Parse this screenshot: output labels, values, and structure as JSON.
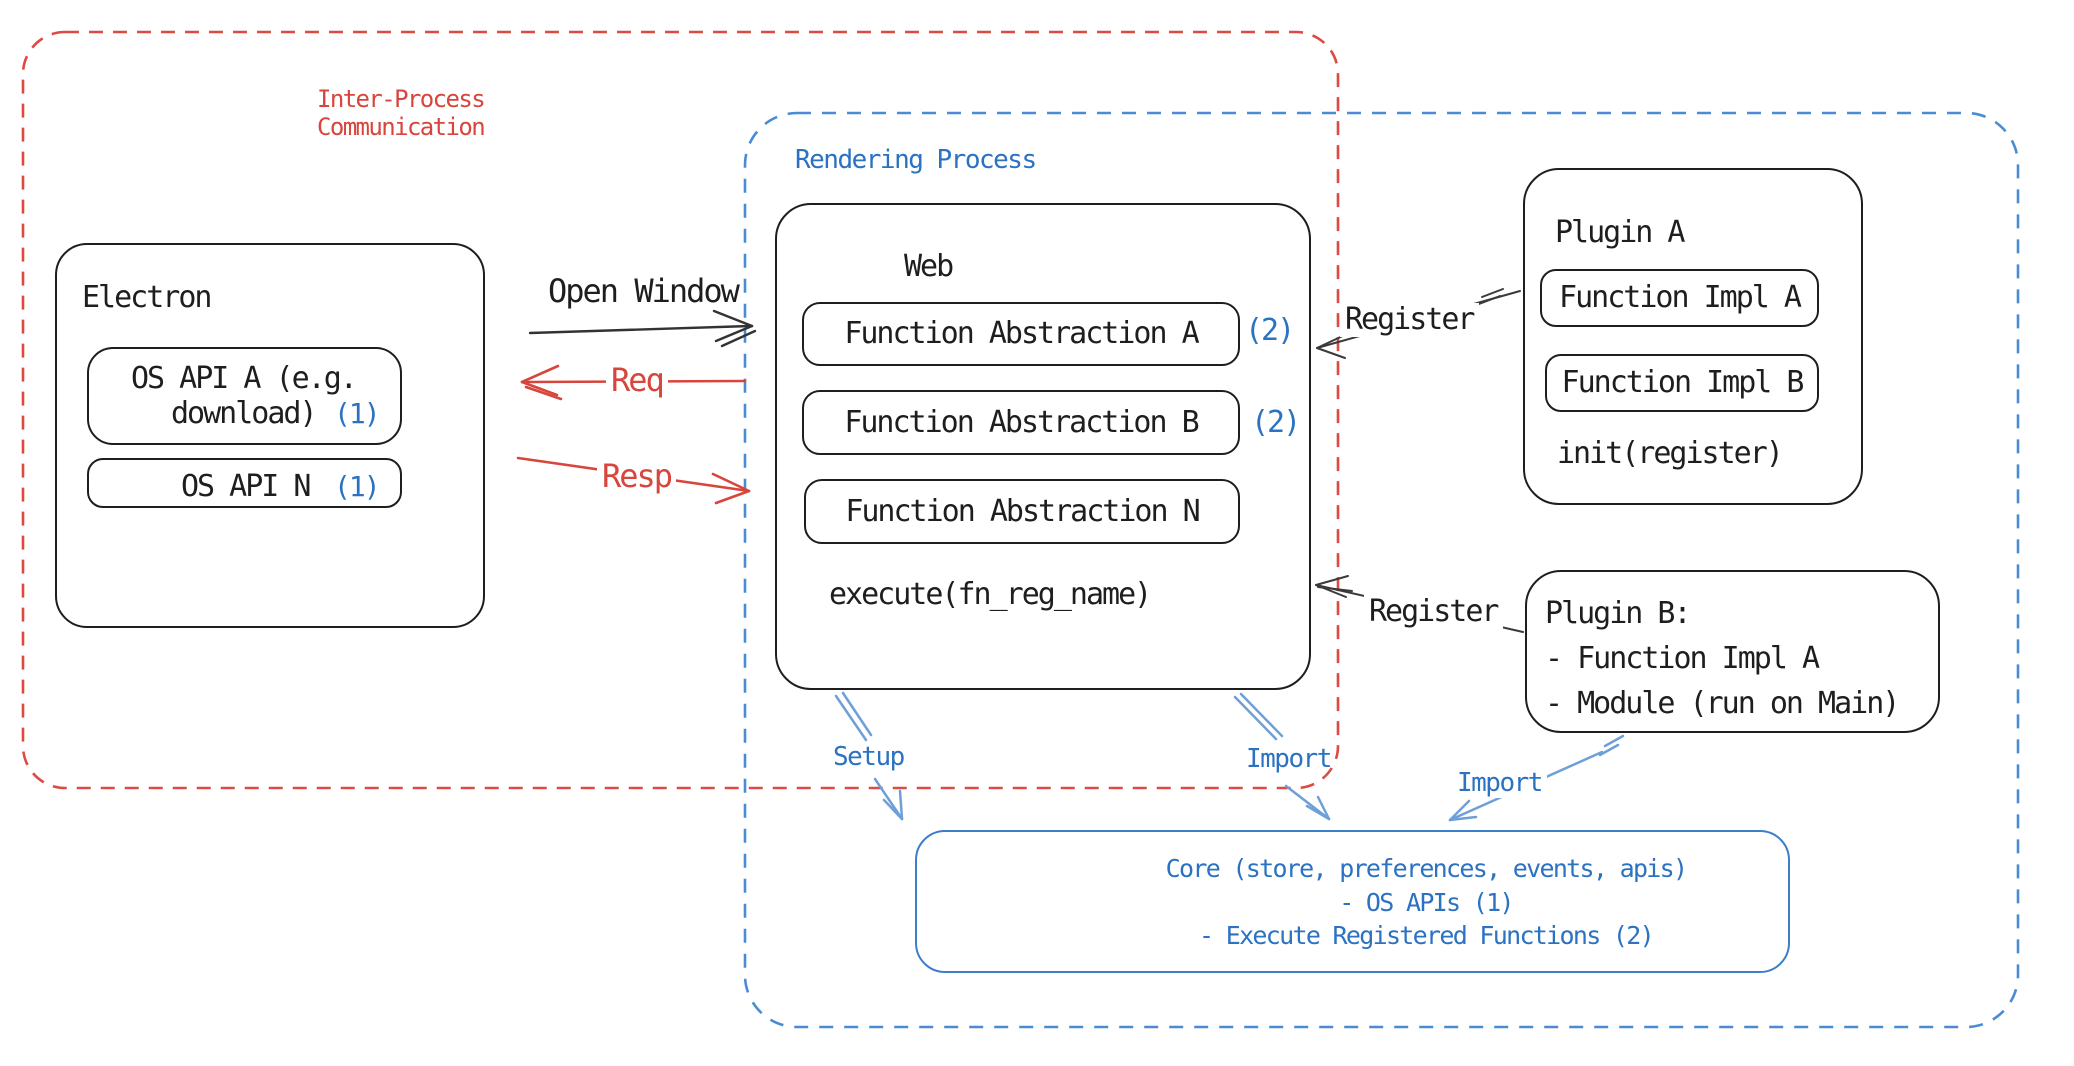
{
  "ipc": {
    "line1": "Inter-Process",
    "line2": "Communication"
  },
  "rendering": {
    "label": "Rendering Process"
  },
  "electron": {
    "title": "Electron",
    "api_a_line1": "OS API A (e.g.",
    "api_a_line2": "download)",
    "api_a_num": "(1)",
    "api_n": "OS API N",
    "api_n_num": "(1)"
  },
  "web": {
    "title": "Web",
    "fn_a": "Function Abstraction A",
    "fn_a_num": "(2)",
    "fn_b": "Function Abstraction B",
    "fn_b_num": "(2)",
    "fn_n": "Function Abstraction N",
    "execute_fn": "execute(fn_reg_name)"
  },
  "plugin_a": {
    "title": "Plugin A",
    "impl_a": "Function Impl A",
    "impl_b": "Function Impl B",
    "init_fn": "init(register)"
  },
  "plugin_b": {
    "title": "Plugin B:",
    "item_1": "- Function Impl A",
    "item_2": "- Module (run on Main)"
  },
  "core": {
    "line1": "Core (store, preferences, events, apis)",
    "line2": "- OS APIs (1)",
    "line3": "- Execute Registered Functions (2)"
  },
  "labels": {
    "open_window": "Open Window",
    "req": "Req",
    "resp": "Resp",
    "register_a": "Register",
    "register_b": "Register",
    "setup": "Setup",
    "import_web": "Import",
    "import_plugin": "Import"
  },
  "colors": {
    "black": "#1e1e1e",
    "red": "#d8453d",
    "blue_text": "#2b72c2",
    "blue_dash": "#4a8cd4",
    "blue_arrow": "#6f9fd8"
  }
}
